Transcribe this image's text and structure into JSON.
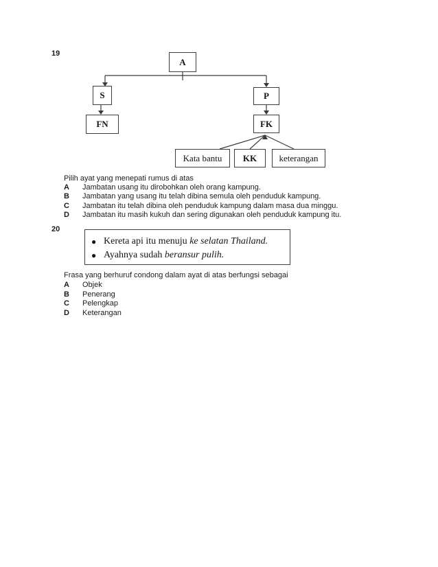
{
  "q19": {
    "number": "19",
    "diagram": {
      "nodes": {
        "a": "A",
        "s": "S",
        "p": "P",
        "fn": "FN",
        "fk": "FK",
        "kata_bantu": "Kata bantu",
        "kk": "KK",
        "keterangan": "keterangan"
      },
      "edges": [
        "A-S",
        "A-P",
        "S-FN",
        "P-FK",
        "FK-Kata bantu",
        "FK-KK",
        "FK-keterangan"
      ]
    },
    "question": "Pilih ayat yang menepati rumus di atas",
    "options": [
      {
        "label": "A",
        "text": "Jambatan usang itu dirobohkan oleh orang kampung."
      },
      {
        "label": "B",
        "text": "Jambatan yang usang itu telah dibina semula oleh penduduk kampung."
      },
      {
        "label": "C",
        "text": "Jambatan itu telah dibina oleh penduduk kampung dalam masa dua minggu."
      },
      {
        "label": "D",
        "text": "Jambatan itu masih kukuh dan sering digunakan oleh penduduk kampung itu."
      }
    ]
  },
  "q20": {
    "number": "20",
    "bullets": [
      {
        "normal": "Kereta api itu menuju ",
        "italic": "ke selatan Thailand."
      },
      {
        "normal": "Ayahnya sudah ",
        "italic": "beransur pulih."
      }
    ],
    "question": "Frasa yang berhuruf condong dalam ayat di atas berfungsi sebagai",
    "options": [
      {
        "label": "A",
        "text": "Objek"
      },
      {
        "label": "B",
        "text": "Penerang"
      },
      {
        "label": "C",
        "text": "Pelengkap"
      },
      {
        "label": "D",
        "text": "Keterangan"
      }
    ]
  },
  "colors": {
    "page_background": "#ffffff",
    "text": "#1b1b1b",
    "line": "#3a3a3a"
  }
}
